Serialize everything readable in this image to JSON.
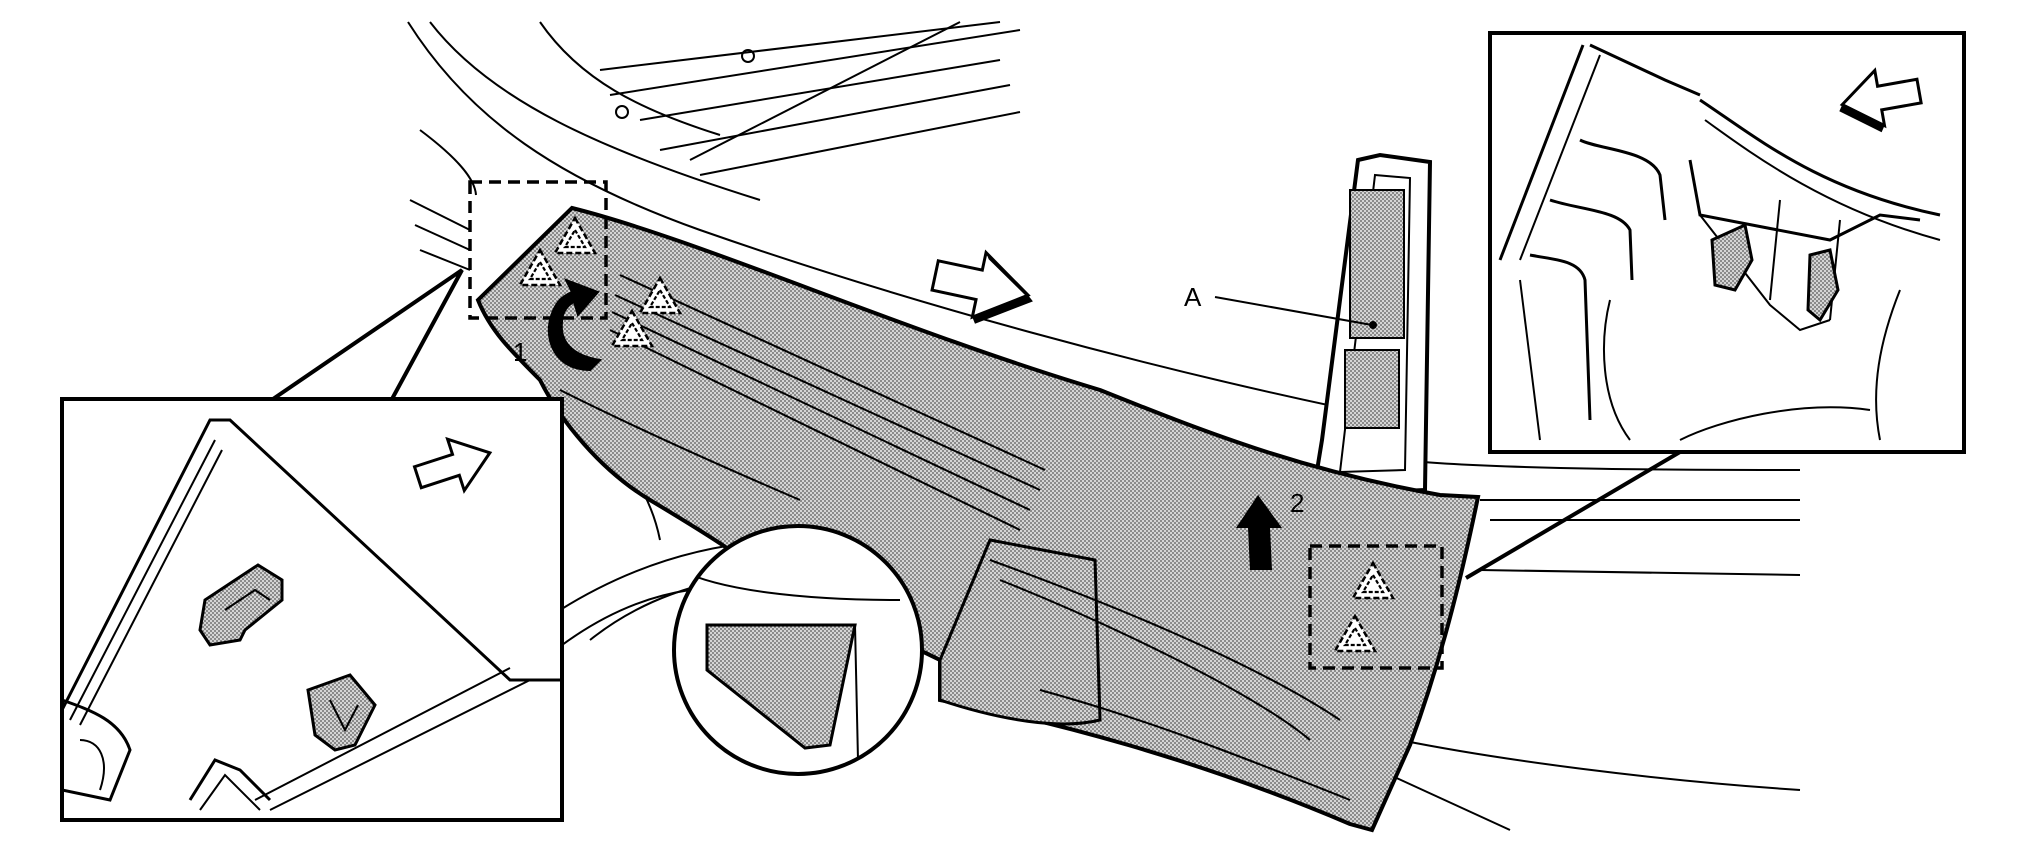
{
  "callouts": {
    "component_a": "A",
    "step_1": "1",
    "step_2": "2"
  },
  "colors": {
    "line": "#000000",
    "background": "#ffffff",
    "hatched_fill": "#bdbdbd",
    "arrow_fill": "#000000"
  },
  "icons": [
    "removal-direction-arrow",
    "clip-warning-triangle",
    "magnifier-circle"
  ]
}
